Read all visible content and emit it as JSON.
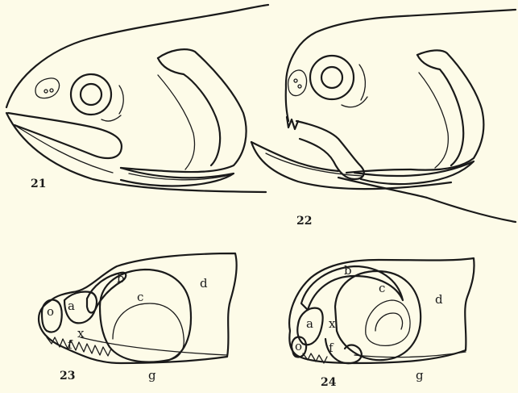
{
  "figures": [
    {
      "number": "21"
    },
    {
      "number": "22"
    },
    {
      "number": "23",
      "parts": {
        "o": "o",
        "a": "a",
        "b": "b",
        "c": "c",
        "d": "d",
        "x": "x",
        "f": "f",
        "g": "g"
      }
    },
    {
      "number": "24",
      "parts": {
        "o": "o",
        "a": "a",
        "b": "b",
        "c": "c",
        "d": "d",
        "x": "x",
        "f": "f",
        "g": "g"
      }
    }
  ],
  "colors": {
    "paper": "#fdfbe8",
    "ink": "#1a1a1a"
  }
}
